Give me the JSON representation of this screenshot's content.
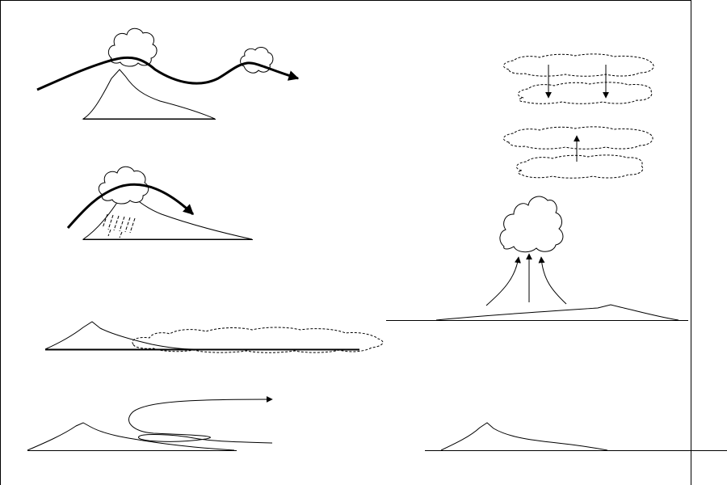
{
  "figure": {
    "panels": [
      "orographic-cloud-with-wave",
      "orographic-rain-cloud",
      "valley-fog-layer",
      "recirculating-flow",
      "subsidence-convergence-layers",
      "thermal-convection-cumulus",
      "bare-mountain"
    ],
    "colors": {
      "ink": "#000000",
      "paper": "#ffffff"
    }
  }
}
